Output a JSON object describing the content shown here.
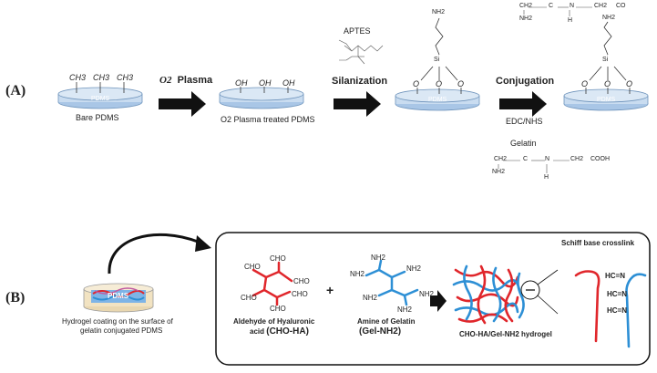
{
  "panel_a": {
    "label": "(A)",
    "bare": {
      "groups": "CH3",
      "disk_label": "PDMS",
      "caption": "Bare PDMS"
    },
    "step1": {
      "o2": "O2",
      "name": "Plasma"
    },
    "plasma": {
      "groups": "OH",
      "caption": "O2 Plasma treated PDMS"
    },
    "step2": {
      "reagent": "APTES",
      "name": "Silanization"
    },
    "silanized": {
      "top": "NH2",
      "si": "Si",
      "o": "O",
      "disk_label": "PDMS"
    },
    "step3": {
      "name": "Conjugation",
      "reagent": "EDC/NHS",
      "gelatin_label": "Gelatin"
    },
    "gelatin_struct": {
      "ch2a": "CH2",
      "c": "C",
      "n": "N",
      "ch2b": "CH2",
      "cooh": "COOH",
      "nh2": "NH2",
      "h": "H"
    },
    "conjugated": {
      "top": "NH2",
      "si": "Si",
      "o": "O",
      "disk_label": "PDMS",
      "co": "CO"
    }
  },
  "panel_b": {
    "label": "(B)",
    "dish": {
      "label": "PDMS",
      "caption_line1": "Hydrogel coating on the surface of",
      "caption_line2": "gelatin conjugated PDMS"
    },
    "aldehyde": {
      "group": "CHO",
      "caption_line1": "Aldehyde of Hyaluronic",
      "caption_line2a": "acid",
      "caption_line2b": "(CHO-HA)"
    },
    "plus": "+",
    "amine": {
      "group": "NH2",
      "caption_line1": "Amine of Gelatin",
      "caption_line2": "(Gel-NH2)"
    },
    "hydrogel": {
      "caption": "CHO-HA/Gel-NH2 hydrogel"
    },
    "schiff": {
      "title": "Schiff base crosslink",
      "bond": "HC=N"
    }
  },
  "colors": {
    "disk": "#c9dcf0",
    "red": "#e0262b",
    "blue": "#2d8fd5",
    "arrow": "#111111"
  }
}
